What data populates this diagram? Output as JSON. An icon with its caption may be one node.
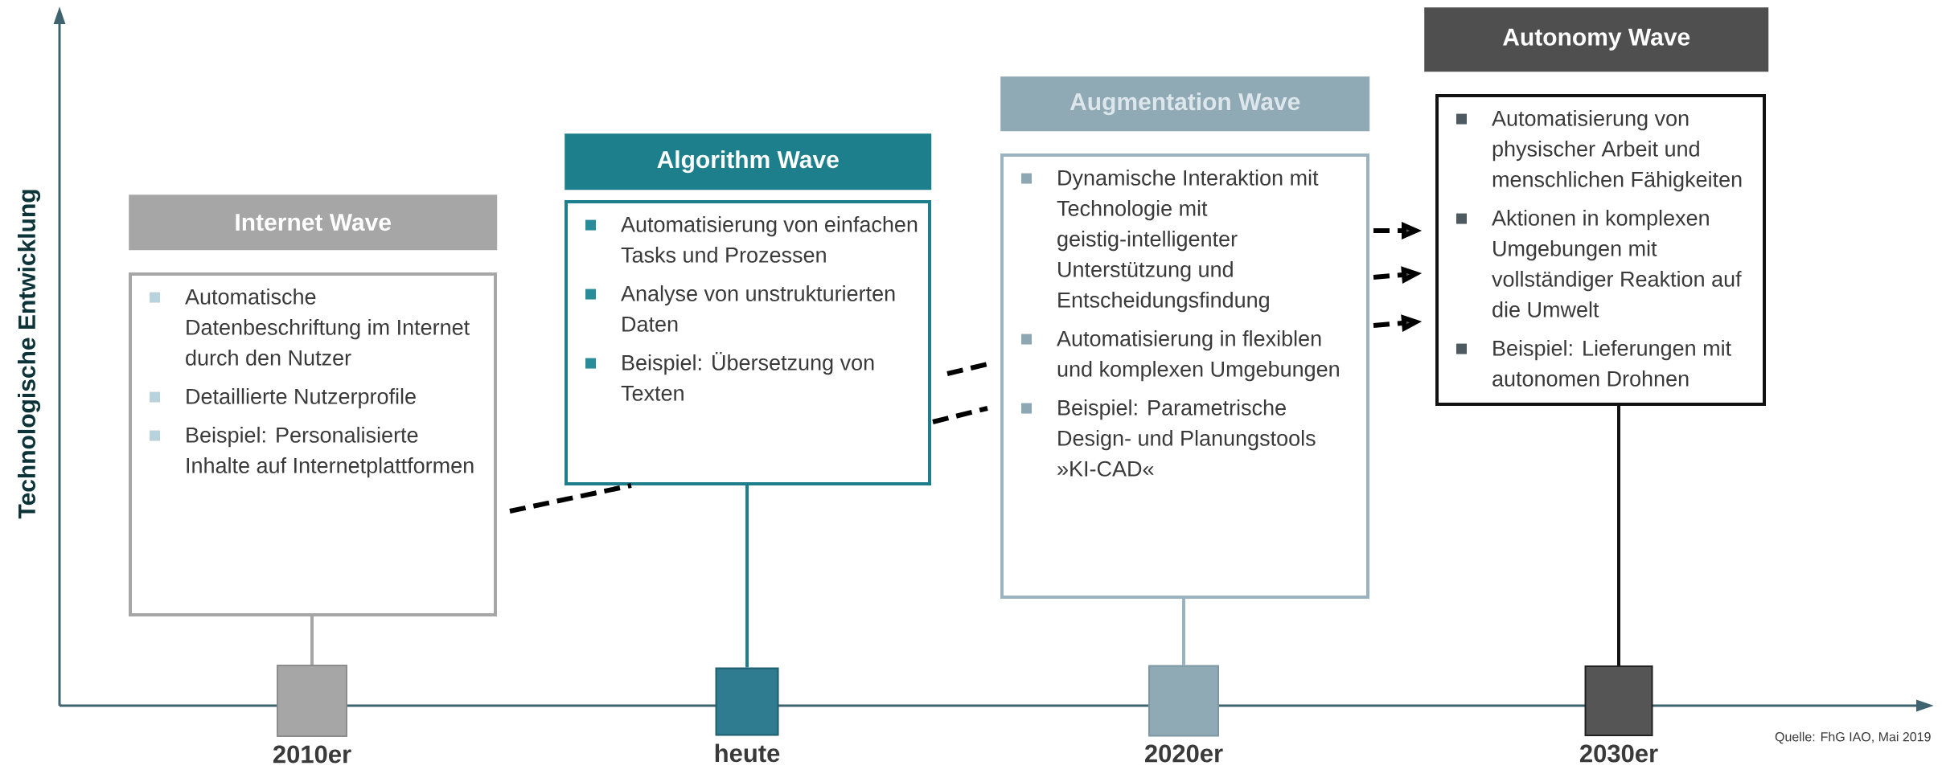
{
  "diagram": {
    "nodes": [
      {
        "text": [
          "Internet Wave"
        ]
      },
      {
        "text": [
          "Automatische Datenbeschriftung im Internet durch den Nutzer",
          "Detaillierte Nutzerprofile",
          "Beispiel: Personalisierte Inhalte auf Internetplattformen"
        ]
      },
      {
        "text": [],
        "shape": "box",
        "beside": [
          "2010er"
        ]
      },
      {
        "text": [
          "Algorithm Wave"
        ]
      },
      {
        "text": [
          "Automatisierung von einfachen Tasks und Prozessen",
          "Analyse von unstrukturierten Daten",
          "Beispiel: Übersetzung von Texten"
        ]
      },
      {
        "text": [],
        "shape": "box",
        "beside": [
          "heute"
        ]
      },
      {
        "text": [
          "Augmentation Wave"
        ]
      },
      {
        "text": [
          "Dynamische Interaktion mit Technologie mit geistig-intelligenter Unterstützung und Entscheidungsfindung",
          "Automatisierung in flexiblen und komplexen Umgebungen",
          "Beispiel: Parametrische Design- und Planungstools »KI-CAD«"
        ]
      },
      {
        "text": [],
        "shape": "box",
        "beside": [
          "2020er"
        ]
      },
      {
        "text": [
          "Autonomy Wave"
        ]
      },
      {
        "text": [
          "Automatisierung von physischer Arbeit und menschlichen Fähigkeiten",
          "Aktionen in komplexen Umgebungen mit vollständiger Reaktion auf die Umwelt",
          "Beispiel: Lieferungen mit autonomen Drohnen"
        ]
      },
      {
        "text": [],
        "shape": "box",
        "beside": [
          "2030er"
        ]
      }
    ],
    "edges": [
      {
        "from": 1,
        "to": 2,
        "arrow": "none",
        "color": "#a6a6a6"
      },
      {
        "from": 4,
        "to": 5,
        "arrow": "none",
        "color": "#1e7f8c"
      },
      {
        "from": 7,
        "to": 8,
        "arrow": "none",
        "color": "#9ab3bf"
      },
      {
        "from": 10,
        "to": 11,
        "arrow": "none",
        "color": "#111111"
      },
      {
        "from": 1,
        "to": 4,
        "arrow": "none",
        "style": "dashed"
      },
      {
        "from": 4,
        "to": 7,
        "arrow": "none",
        "style": "dashed"
      },
      {
        "from": 4,
        "to": 7,
        "arrow": "none",
        "style": "dashed"
      },
      {
        "from": 7,
        "to": 10,
        "arrow": "to",
        "style": "dashed"
      },
      {
        "from": 7,
        "to": 10,
        "arrow": "to",
        "style": "dashed"
      },
      {
        "from": 7,
        "to": 10,
        "arrow": "to",
        "style": "dashed"
      }
    ],
    "labels": [
      "Technologische Entwicklung",
      "Quelle: FhG IAO, Mai 2019"
    ]
  }
}
